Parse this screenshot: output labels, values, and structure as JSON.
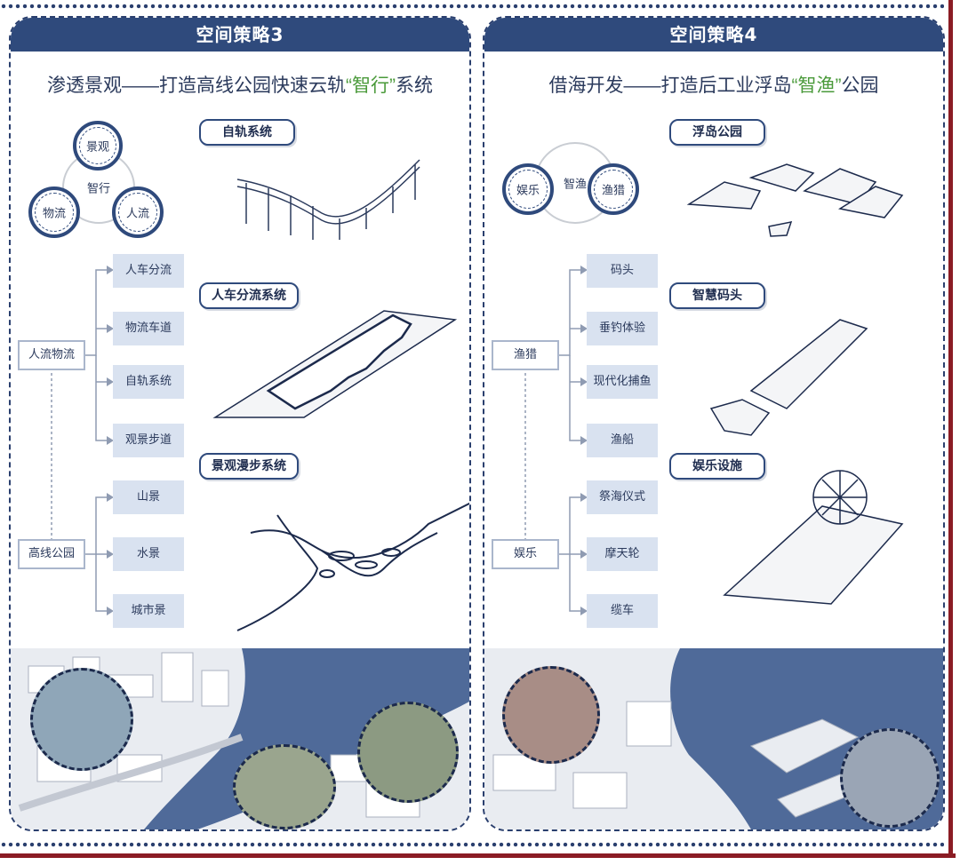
{
  "left": {
    "header": "空间策略3",
    "subtitle_pre": "渗透景观——打造高线公园快速云轨",
    "subtitle_hl": "“智行”",
    "subtitle_post": "系统",
    "center_circle": "智行",
    "circles": [
      "景观",
      "物流",
      "人流"
    ],
    "pills": [
      "自轨系统",
      "人车分流系统",
      "景观漫步系统"
    ],
    "groups": [
      {
        "label": "人流物流",
        "items": [
          "人车分流",
          "物流车道",
          "自轨系统",
          "观景步道"
        ]
      },
      {
        "label": "高线公园",
        "items": [
          "山景",
          "水景",
          "城市景"
        ]
      }
    ]
  },
  "right": {
    "header": "空间策略4",
    "subtitle_pre": "借海开发——打造后工业浮岛",
    "subtitle_hl": "“智渔”",
    "subtitle_post": "公园",
    "center_circle": "智渔",
    "circles": [
      "娱乐",
      "渔猎"
    ],
    "pills": [
      "浮岛公园",
      "智慧码头",
      "娱乐设施"
    ],
    "groups": [
      {
        "label": "渔猎",
        "items": [
          "码头",
          "垂钓体验",
          "现代化捕鱼",
          "渔船"
        ]
      },
      {
        "label": "娱乐",
        "items": [
          "祭海仪式",
          "摩天轮",
          "缆车"
        ]
      }
    ]
  },
  "colors": {
    "navy": "#2f4a7c",
    "accent_green": "#4a9a3a",
    "frame_red": "#8b1c24",
    "item_bg": "#d9e2f0",
    "water": "#4f6a99"
  }
}
